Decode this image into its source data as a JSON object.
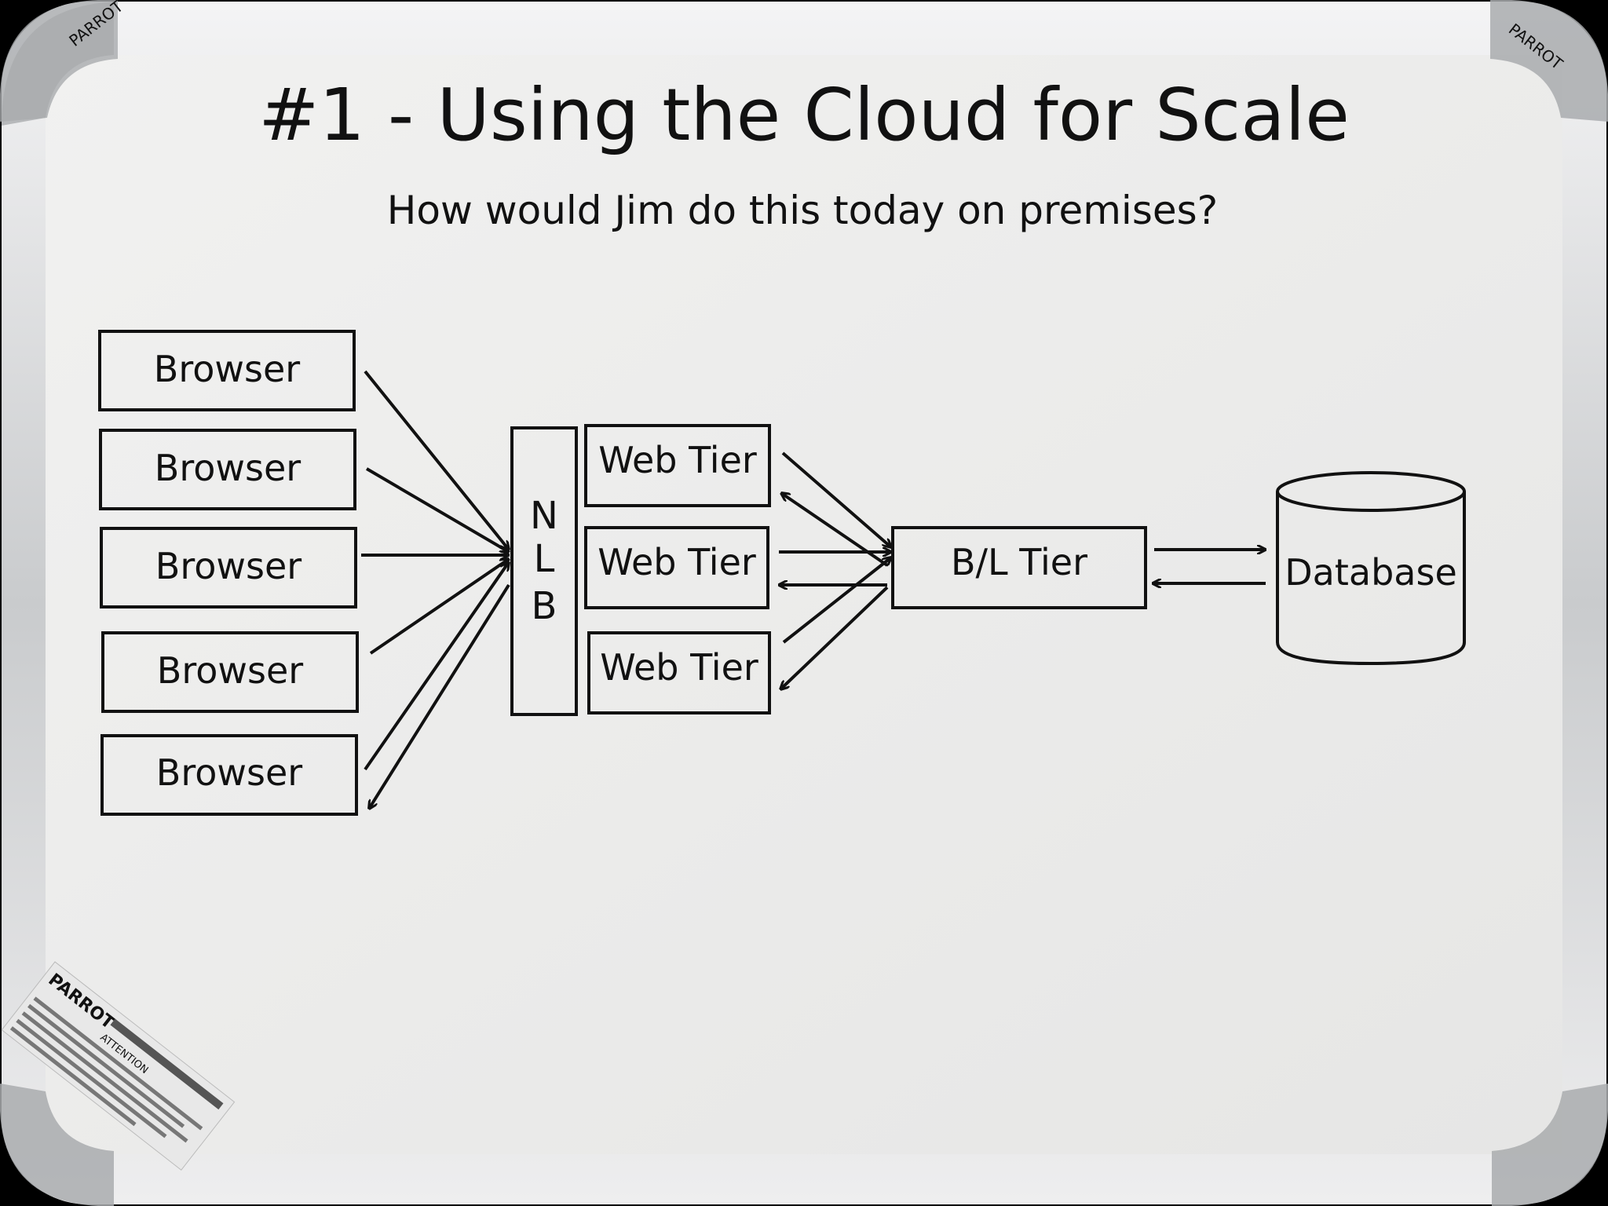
{
  "title": "#1  - Using the Cloud for Scale",
  "subtitle": "How would Jim do this today on premises?",
  "browsers": [
    "Browser",
    "Browser",
    "Browser",
    "Browser",
    "Browser"
  ],
  "nlb": [
    "N",
    "L",
    "B"
  ],
  "web_tiers": [
    "Web Tier",
    "Web Tier",
    "Web Tier"
  ],
  "bl_tier": "B/L Tier",
  "database": "Database",
  "brand": {
    "corner_text": "PARROT",
    "sticker_brand": "PARROT",
    "sticker_text": "ATTENTION"
  },
  "colors": {
    "ink": "#111111",
    "board": "#ededec",
    "frame": "#c4c6c8"
  }
}
